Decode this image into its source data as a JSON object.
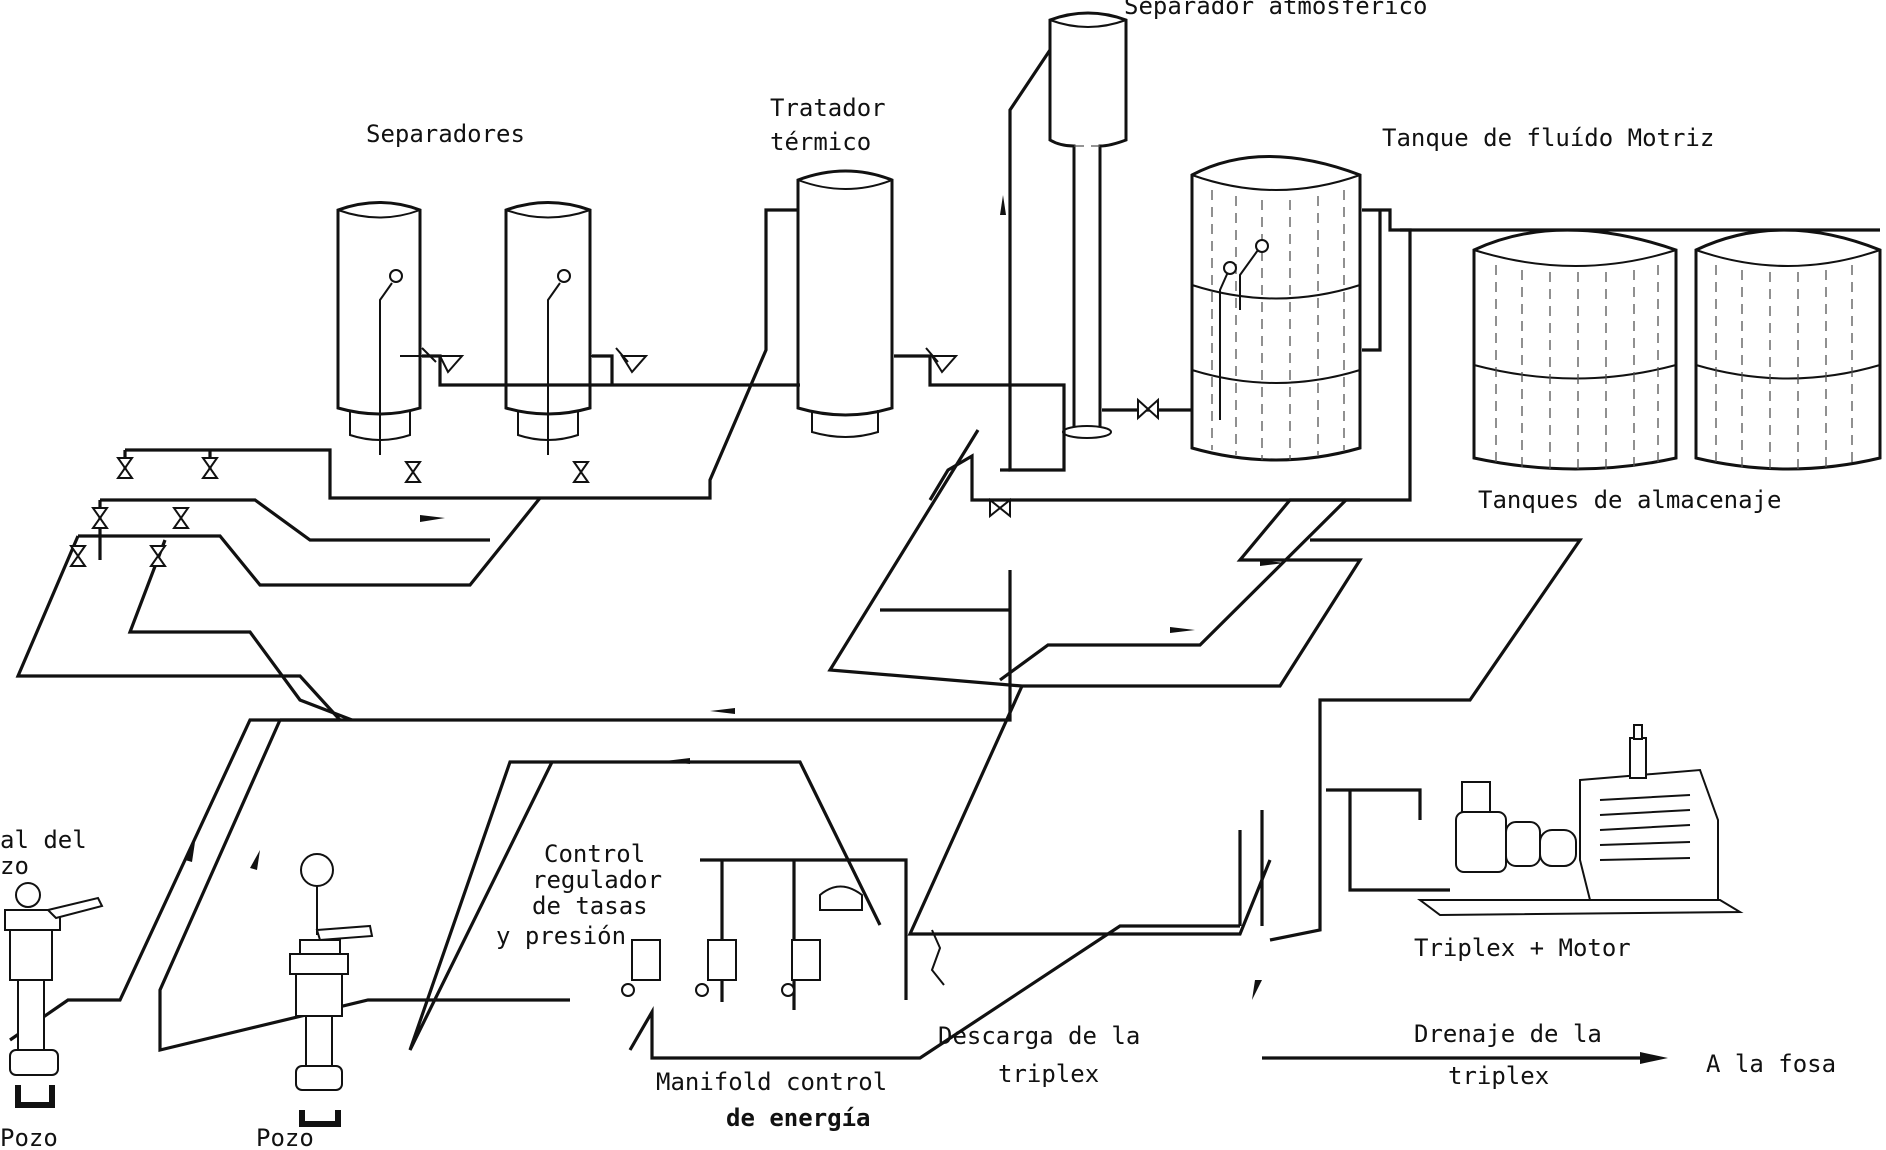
{
  "labels": {
    "separador_atmosferico": "Separador atmosférico",
    "separadores": "Separadores",
    "tratador_line1": "Tratador",
    "tratador_line2": "térmico",
    "tanque_fluido_motriz": "Tanque de fluído Motriz",
    "tanques_almacenaje": "Tanques de almacenaje",
    "cabezal_line1": "al del",
    "cabezal_line2": "zo",
    "control_line1": "Control",
    "control_line2": "regulador",
    "control_line3": "de tasas",
    "control_line4": "y presión",
    "triplex_motor": "Triplex + Motor",
    "descarga_line1": "Descarga de la",
    "descarga_line2": "triplex",
    "drenaje_line1": "Drenaje de la",
    "drenaje_line2": "triplex",
    "a_la_fosa": "A la fosa",
    "manifold_line1": "Manifold control",
    "manifold_line2": "de energía",
    "pozo_1": "Pozo",
    "pozo_2": "Pozo"
  },
  "colors": {
    "ink": "#111111",
    "paper": "#ffffff"
  }
}
